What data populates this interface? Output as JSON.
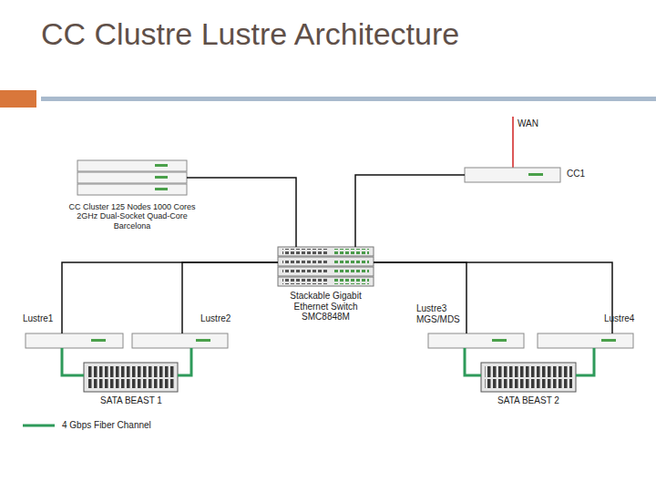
{
  "diagram": {
    "title": "CC Clustre Lustre Architecture",
    "nodes": [
      {
        "text": [
          "CC Cluster 125 Nodes 1000 Cores 2GHz Dual-Socket Quad-Core Barcelona"
        ]
      },
      {
        "text": [
          "CC1"
        ]
      },
      {
        "text": [
          "Stackable Gigabit Ethernet Switch SMC8848M"
        ]
      },
      {
        "text": [
          "Lustre1"
        ]
      },
      {
        "text": [
          "Lustre2"
        ]
      },
      {
        "text": [
          "Lustre3 MGS/MDS"
        ]
      },
      {
        "text": [
          "Lustre4"
        ]
      },
      {
        "text": [
          "SATA BEAST 1"
        ]
      },
      {
        "text": [
          "SATA BEAST 2"
        ]
      }
    ],
    "edges": [
      {
        "from": 0,
        "to": 2,
        "arrow": "none"
      },
      {
        "from": 2,
        "to": 1,
        "arrow": "none"
      },
      {
        "from": 2,
        "to": 3,
        "arrow": "none"
      },
      {
        "from": 2,
        "to": 4,
        "arrow": "none"
      },
      {
        "from": 2,
        "to": 5,
        "arrow": "none"
      },
      {
        "from": 2,
        "to": 6,
        "arrow": "none"
      },
      {
        "from": 3,
        "to": 7,
        "arrow": "none"
      },
      {
        "from": 4,
        "to": 7,
        "arrow": "none"
      },
      {
        "from": 5,
        "to": 8,
        "arrow": "none"
      },
      {
        "from": 6,
        "to": 8,
        "arrow": "none"
      }
    ],
    "labels": [
      "WAN"
    ],
    "legend": [
      {
        "text": "4 Gbps Fiber Channel"
      }
    ]
  }
}
